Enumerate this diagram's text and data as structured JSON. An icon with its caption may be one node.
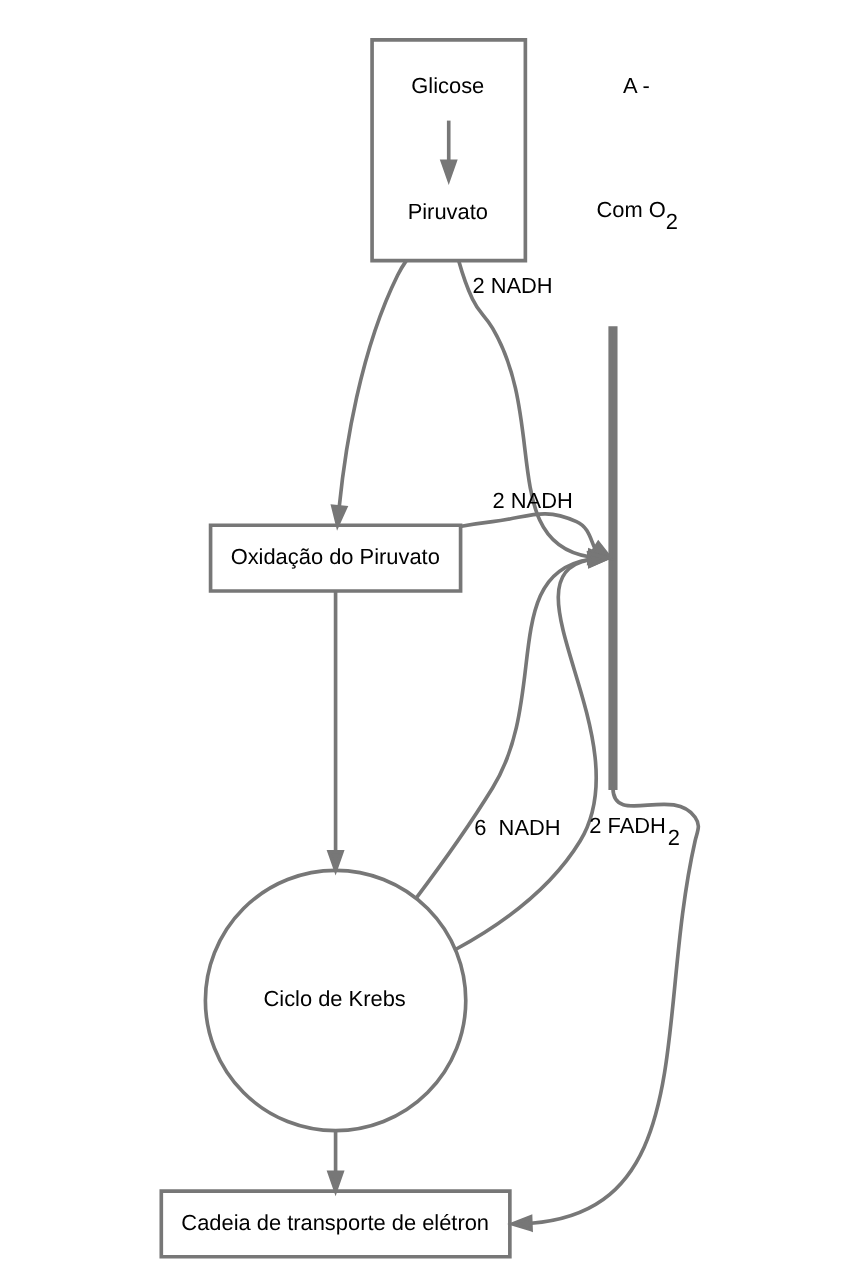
{
  "diagram": {
    "nodes": [
      {
        "text": [],
        "shape": "box"
      },
      {
        "text": [
          "Glicose"
        ],
        "in": 0
      },
      {
        "text": [
          "Piruvato"
        ],
        "in": 0
      },
      {
        "text": [
          "Oxidação do Piruvato"
        ]
      },
      {
        "text": [
          "Ciclo de Krebs"
        ]
      },
      {
        "text": [
          "Cadeia de transporte de elétron"
        ]
      },
      {
        "text": [],
        "shape": "bar"
      }
    ],
    "edges": [
      {
        "from": 1,
        "to": 2,
        "arrow": "to"
      },
      {
        "from": 0,
        "to": 6,
        "arrow": "to",
        "label": "2 NADH"
      },
      {
        "from": 0,
        "to": 3,
        "arrow": "to"
      },
      {
        "from": 3,
        "to": 6,
        "arrow": "to",
        "label": "2 NADH"
      },
      {
        "from": 3,
        "to": 4,
        "arrow": "to"
      },
      {
        "from": 4,
        "to": 6,
        "arrow": "to",
        "label": "6  NADH"
      },
      {
        "from": 4,
        "to": 6,
        "arrow": "to",
        "label": "2 FADH$_{2}$"
      },
      {
        "from": 4,
        "to": 5,
        "arrow": "to"
      },
      {
        "from": 6,
        "to": 5,
        "arrow": "to"
      }
    ],
    "labels": [
      "A -",
      "Com O$_{2}$"
    ]
  }
}
